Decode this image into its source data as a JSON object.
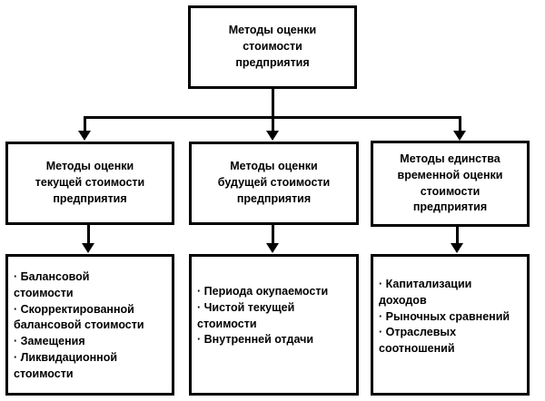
{
  "diagram": {
    "title_text": "Методы оценки стоимости предприятия",
    "root": {
      "label": "Методы оценки\nстоимости\nпредприятия"
    },
    "branches": [
      {
        "id": "current-value",
        "label": "Методы оценки\nтекущей стоимости\nпредприятия",
        "methods_label": "· Балансовой\nстоимости\n· Скорректированной\nбалансовой стоимости\n· Замещения\n· Ликвидационной\nстоимости",
        "methods": [
          "· Балансовой стоимости",
          "· Скорректированной балансовой стоимости",
          "· Замещения",
          "· Ликвидационной стоимости"
        ]
      },
      {
        "id": "future-value",
        "label": "Методы оценки\nбудущей стоимости\nпредприятия",
        "methods_label": "· Периода окупаемости\n· Чистой текущей\nстоимости\n· Внутренней отдачи",
        "methods": [
          "· Периода окупаемости",
          "· Чистой текущей стоимости",
          "· Внутренней отдачи"
        ]
      },
      {
        "id": "time-unity-value",
        "label": "Методы единства\nвременной оценки\nстоимости\nпредприятия",
        "methods_label": "· Капитализации\nдоходов\n· Рыночных сравнений\n· Отраслевых\nсоотношений",
        "methods": [
          "· Капитализации доходов",
          "· Рыночных сравнений",
          "· Отраслевых соотношений"
        ]
      }
    ],
    "colors": {
      "stroke": "#000000",
      "fill": "#ffffff",
      "text": "#000000"
    }
  }
}
